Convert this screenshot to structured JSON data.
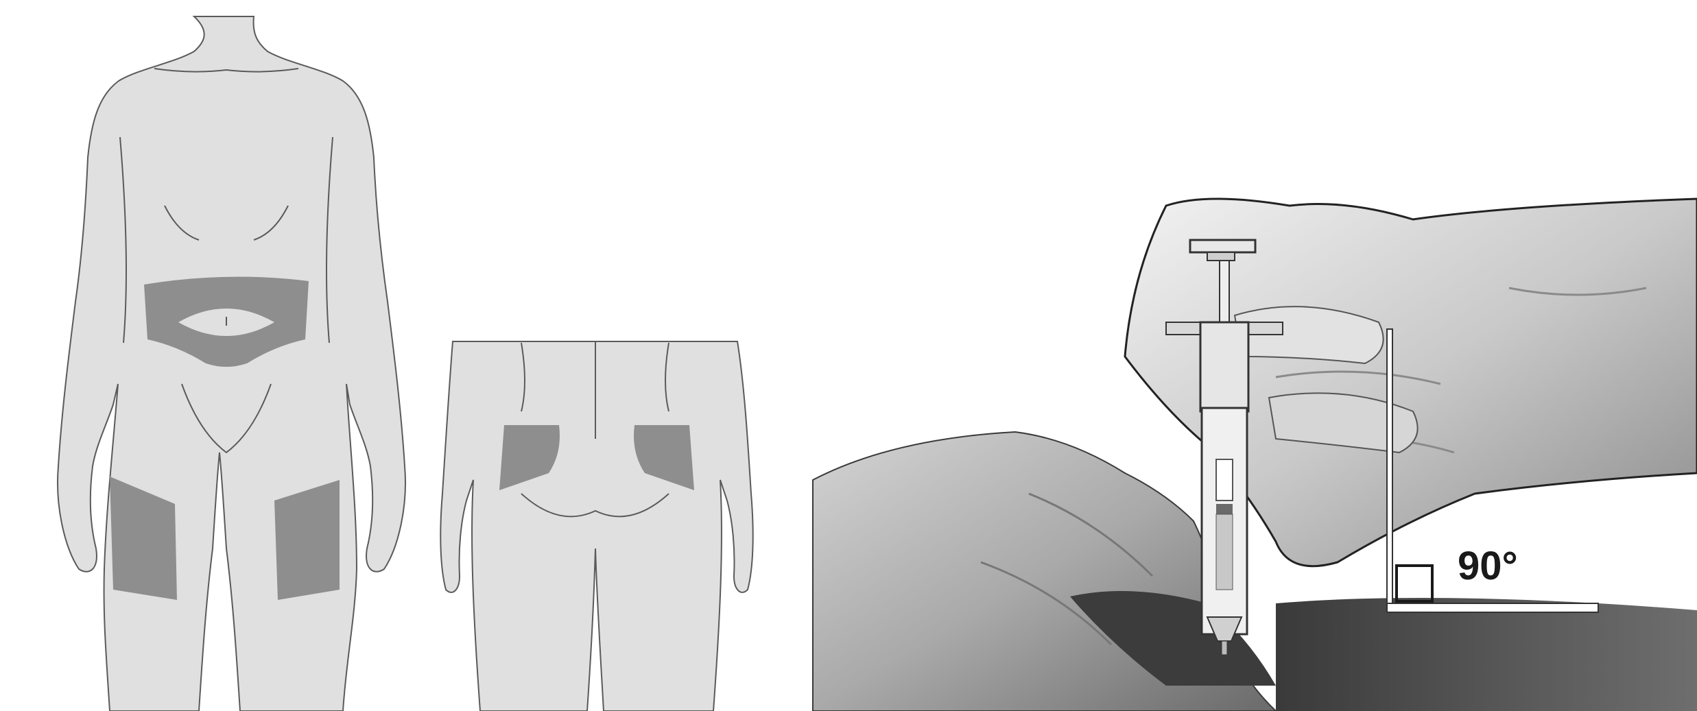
{
  "figure": {
    "panels": [
      {
        "id": "body-front",
        "label": "",
        "regions": [
          "abdomen",
          "left-thigh",
          "right-thigh"
        ]
      },
      {
        "id": "body-back",
        "label": "",
        "regions": [
          "left-buttock",
          "right-buttock"
        ]
      },
      {
        "id": "injection-technique",
        "label": "",
        "angle_label": "90°"
      }
    ],
    "colors": {
      "skin": "#e0e0e0",
      "outline": "#5a5a5a",
      "injection_region": "#8e8e8e",
      "background": "#ffffff"
    }
  }
}
